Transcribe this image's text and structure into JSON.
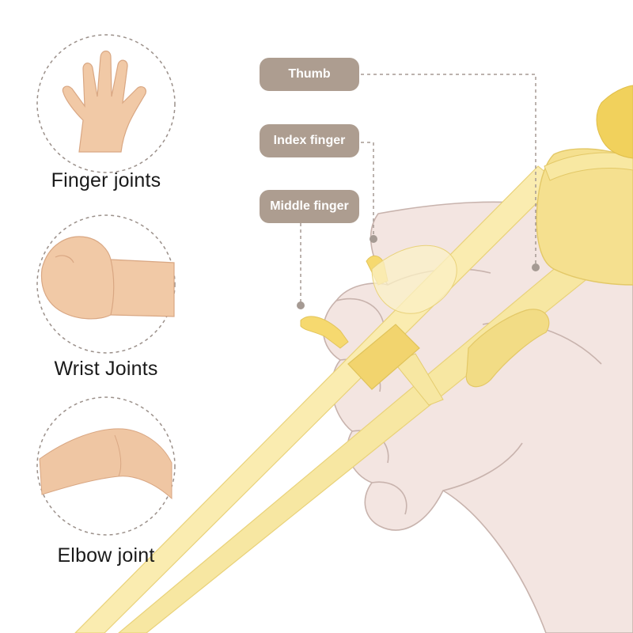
{
  "joints": [
    {
      "id": "finger",
      "label": "Finger joints"
    },
    {
      "id": "wrist",
      "label": "Wrist Joints"
    },
    {
      "id": "elbow",
      "label": "Elbow joint"
    }
  ],
  "callouts": [
    {
      "id": "thumb",
      "label": "Thumb"
    },
    {
      "id": "index",
      "label": "Index finger"
    },
    {
      "id": "middle",
      "label": "Middle finger"
    }
  ],
  "colors": {
    "chopstick": "#f7e7a2",
    "chopstick_dark": "#e9cf6a",
    "hand_fill": "#f3e5e1",
    "hand_stroke": "#c8b3ad",
    "skin": "#f1c9a6",
    "tag_bg": "#ad9d90",
    "dash": "#a59a93"
  }
}
